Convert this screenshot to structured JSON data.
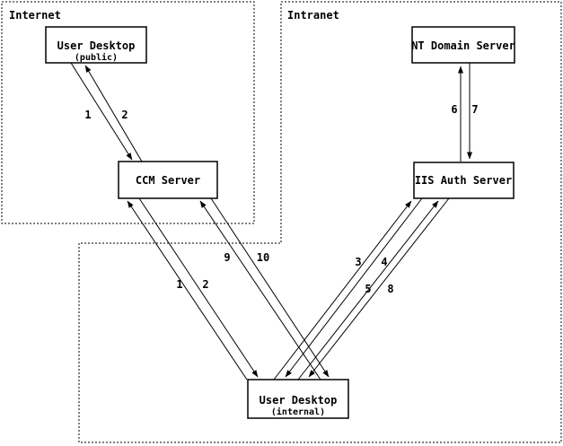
{
  "regions": {
    "internet": {
      "label": "Internet"
    },
    "intranet": {
      "label": "Intranet"
    }
  },
  "nodes": {
    "user_desktop_public": {
      "title": "User Desktop",
      "subtitle": "(public)"
    },
    "ccm_server": {
      "title": "CCM Server"
    },
    "nt_domain_server": {
      "title": "NT Domain Server"
    },
    "iis_auth_server": {
      "title": "IIS Auth Server"
    },
    "user_desktop_internal": {
      "title": "User Desktop",
      "subtitle": "(internal)"
    }
  },
  "edges": [
    {
      "label": "1",
      "from": "User Desktop (public)",
      "to": "CCM Server"
    },
    {
      "label": "2",
      "from": "CCM Server",
      "to": "User Desktop (public)"
    },
    {
      "label": "1",
      "from": "User Desktop (internal)",
      "to": "CCM Server"
    },
    {
      "label": "2",
      "from": "CCM Server",
      "to": "User Desktop (internal)"
    },
    {
      "label": "9",
      "from": "User Desktop (internal)",
      "to": "CCM Server"
    },
    {
      "label": "10",
      "from": "CCM Server",
      "to": "User Desktop (internal)"
    },
    {
      "label": "3",
      "from": "User Desktop (internal)",
      "to": "IIS Auth Server"
    },
    {
      "label": "4",
      "from": "IIS Auth Server",
      "to": "User Desktop (internal)"
    },
    {
      "label": "5",
      "from": "User Desktop (internal)",
      "to": "IIS Auth Server"
    },
    {
      "label": "8",
      "from": "IIS Auth Server",
      "to": "User Desktop (internal)"
    },
    {
      "label": "6",
      "from": "IIS Auth Server",
      "to": "NT Domain Server"
    },
    {
      "label": "7",
      "from": "NT Domain Server",
      "to": "IIS Auth Server"
    }
  ],
  "colors": {
    "line": "#000000",
    "background": "#ffffff"
  }
}
